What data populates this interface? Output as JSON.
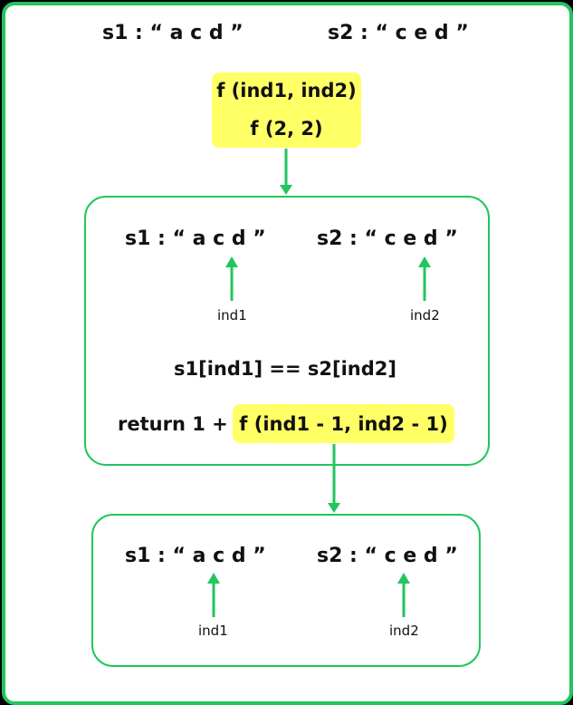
{
  "top": {
    "s1": "s1 : “ a c d ”",
    "s2": "s2 : “ c e d ”"
  },
  "call_box": {
    "line1": "f (ind1, ind2)",
    "line2": "f (2, 2)"
  },
  "middle_box": {
    "s1": "s1 : “ a c d ”",
    "s2": "s2 : “ c e d ”",
    "ind1_label": "ind1",
    "ind2_label": "ind2",
    "condition": "s1[ind1] == s2[ind2]",
    "return_prefix": "return 1 +",
    "recursive_call": "f (ind1 - 1, ind2 - 1)"
  },
  "bottom_box": {
    "s1": "s1 : “ a c d ”",
    "s2": "s2 : “ c e d ”",
    "ind1_label": "ind1",
    "ind2_label": "ind2"
  },
  "colors": {
    "accent_green": "#22c55e",
    "highlight_yellow": "#ffff66"
  }
}
